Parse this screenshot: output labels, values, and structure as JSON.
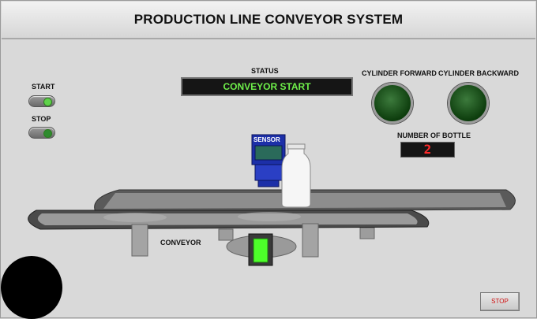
{
  "title": "PRODUCTION LINE CONVEYOR SYSTEM",
  "controls": {
    "start_label": "START",
    "stop_label": "STOP"
  },
  "status": {
    "label": "STATUS",
    "value": "CONVEYOR START"
  },
  "cylinders": {
    "forward_label": "CYLINDER FORWARD",
    "backward_label": "CYLINDER BACKWARD"
  },
  "counter": {
    "label": "NUMBER OF BOTTLE",
    "value": "2"
  },
  "sensor": {
    "label": "SENSOR"
  },
  "conveyor": {
    "label": "CONVEYOR"
  },
  "stop_button": {
    "label": "STOP"
  },
  "colors": {
    "status_text": "#6ef04a",
    "counter_text": "#ff2a2a",
    "lamp": "#0d3d0d",
    "motor_green": "#4dff2a",
    "stop_text": "#d01010"
  }
}
